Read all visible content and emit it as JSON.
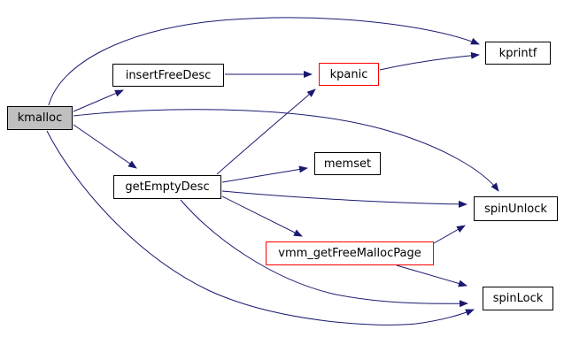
{
  "diagram": {
    "kind": "call-graph",
    "root_function": "kmalloc",
    "colors": {
      "edge": "#191970",
      "node_border": "#000000",
      "highlight_border": "#ff0000",
      "root_fill": "#c0c0c0",
      "node_fill": "#ffffff",
      "background": "#ffffff",
      "text": "#000000"
    },
    "nodes": [
      {
        "id": "kmalloc",
        "label": "kmalloc",
        "role": "root"
      },
      {
        "id": "insertFreeDesc",
        "label": "insertFreeDesc",
        "role": "normal"
      },
      {
        "id": "kpanic",
        "label": "kpanic",
        "role": "highlighted"
      },
      {
        "id": "kprintf",
        "label": "kprintf",
        "role": "normal"
      },
      {
        "id": "getEmptyDesc",
        "label": "getEmptyDesc",
        "role": "normal"
      },
      {
        "id": "memset",
        "label": "memset",
        "role": "normal"
      },
      {
        "id": "spinUnlock",
        "label": "spinUnlock",
        "role": "normal"
      },
      {
        "id": "vmm_getFreeMallocPage",
        "label": "vmm_getFreeMallocPage",
        "role": "highlighted"
      },
      {
        "id": "spinLock",
        "label": "spinLock",
        "role": "normal"
      }
    ],
    "edges": [
      {
        "from": "kmalloc",
        "to": "kprintf"
      },
      {
        "from": "kmalloc",
        "to": "insertFreeDesc"
      },
      {
        "from": "kmalloc",
        "to": "spinUnlock"
      },
      {
        "from": "kmalloc",
        "to": "getEmptyDesc"
      },
      {
        "from": "kmalloc",
        "to": "spinLock"
      },
      {
        "from": "insertFreeDesc",
        "to": "kpanic"
      },
      {
        "from": "kpanic",
        "to": "kprintf"
      },
      {
        "from": "getEmptyDesc",
        "to": "kpanic"
      },
      {
        "from": "getEmptyDesc",
        "to": "memset"
      },
      {
        "from": "getEmptyDesc",
        "to": "spinUnlock"
      },
      {
        "from": "getEmptyDesc",
        "to": "vmm_getFreeMallocPage"
      },
      {
        "from": "getEmptyDesc",
        "to": "spinLock"
      },
      {
        "from": "vmm_getFreeMallocPage",
        "to": "spinUnlock"
      },
      {
        "from": "vmm_getFreeMallocPage",
        "to": "spinLock"
      }
    ]
  }
}
